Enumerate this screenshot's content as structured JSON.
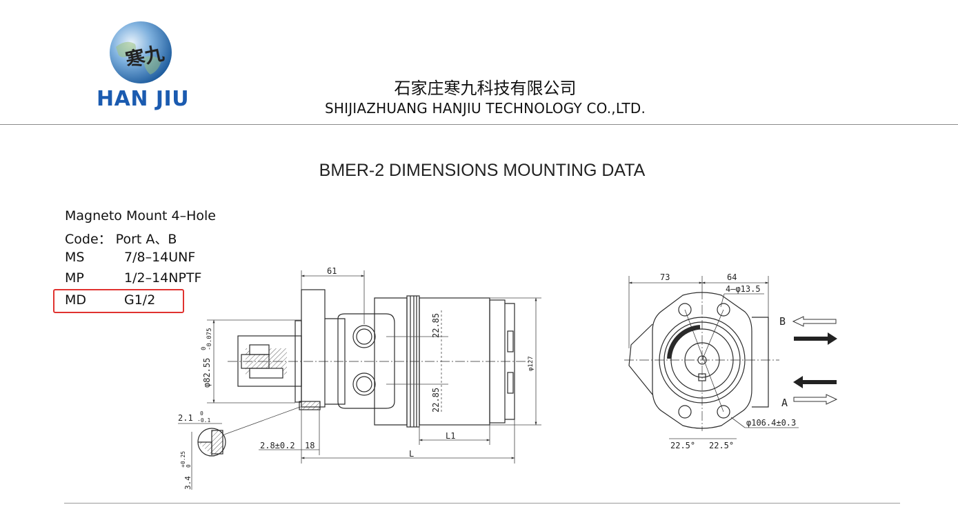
{
  "header": {
    "logo_text": "HAN JIU",
    "logo_chars": "寒九",
    "company_cn": "石家庄寒九科技有限公司",
    "company_en": "SHIJIAZHUANG HANJIU TECHNOLOGY CO.,LTD."
  },
  "title": "BMER-2 DIMENSIONS MOUNTING DATA",
  "specs": {
    "line1": "Magneto Mount 4–Hole",
    "line2": "Code： Port A、B",
    "rows": [
      {
        "code": "MS",
        "value": "7/8–14UNF"
      },
      {
        "code": "MP",
        "value": "1/2–14NPTF"
      },
      {
        "code": "MD",
        "value": "G1/2"
      }
    ],
    "highlight_color": "#e0322f"
  },
  "side_view": {
    "dim_61": "61",
    "dim_shaft_dia": "φ82.55",
    "dim_shaft_tol_top": "0",
    "dim_shaft_tol_bot": "-0.075",
    "dim_port_upper": "22.85",
    "dim_port_lower": "22.85",
    "dim_body_dia": "φ127",
    "dim_key": "2.1",
    "dim_key_tol_top": "0",
    "dim_key_tol_bot": "-0.1",
    "dim_2_8": "2.8±0.2",
    "dim_18": "18",
    "dim_L1": "L1",
    "dim_L": "L",
    "dim_3_4": "3.4",
    "dim_3_4_tol_top": "+0.25",
    "dim_3_4_tol_bot": "0"
  },
  "front_view": {
    "dim_73": "73",
    "dim_64": "64",
    "dim_holes": "4–φ13.5",
    "dim_bolt_circle": "φ106.4±0.3",
    "angle_left": "22.5°",
    "angle_right": "22.5°",
    "port_b": "B",
    "port_a": "A"
  },
  "colors": {
    "logo_blue": "#1b5bb0",
    "logo_red": "#d8261c",
    "line": "#2a2a2a"
  }
}
